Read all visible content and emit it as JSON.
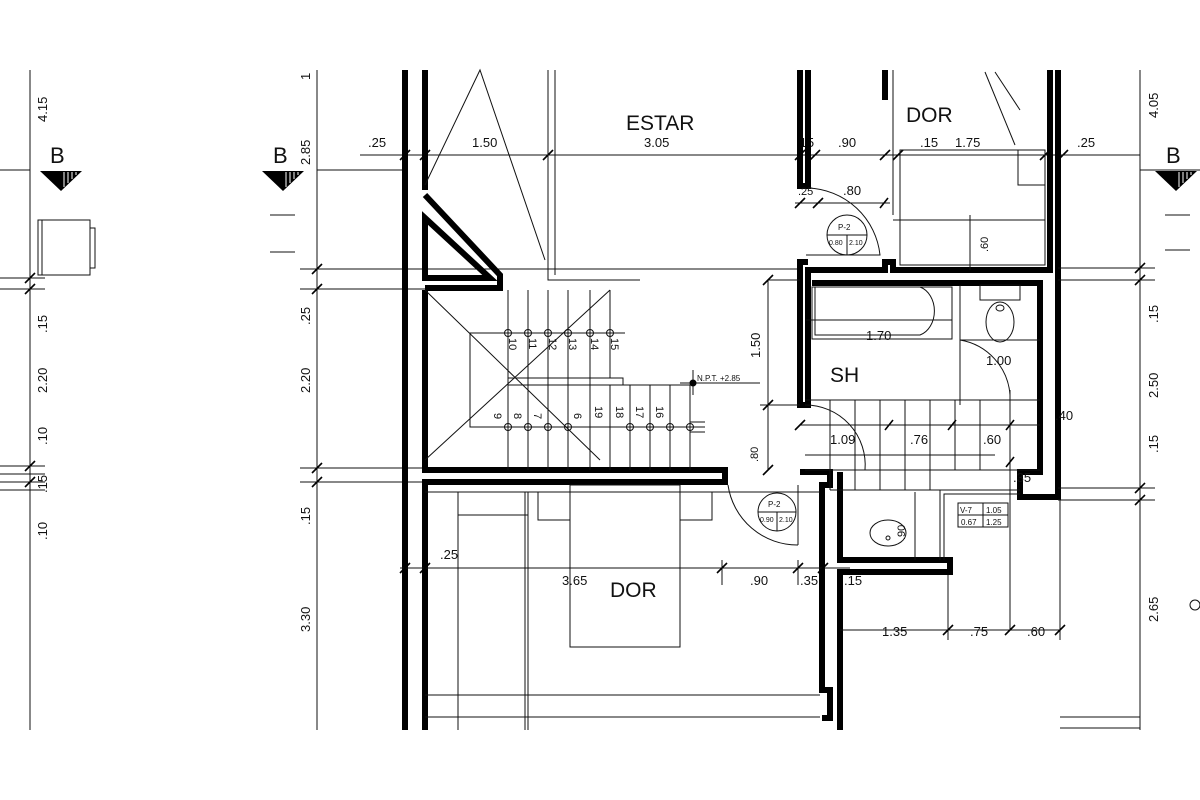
{
  "rooms": {
    "estar": "ESTAR",
    "dor_top": "DOR",
    "sh": "SH",
    "dor_bottom": "DOR"
  },
  "section_marks": {
    "left": "B",
    "mid": "B",
    "right": "B"
  },
  "left_dims": [
    "4.15",
    ".15",
    "2.20",
    ".10",
    ".15",
    ".10"
  ],
  "mid_dims": [
    "1",
    "2.85",
    ".25",
    "2.20",
    ".15",
    "3.30"
  ],
  "right_dims": [
    "4.05",
    ".15",
    "2.50",
    ".15",
    "2.65"
  ],
  "top_dims": [
    ".25",
    "1.50",
    "3.05",
    ".15",
    ".90",
    ".15",
    "1.75",
    ".25"
  ],
  "bath_dims": {
    "d25": ".25",
    "d80": ".80",
    "d60": ".60",
    "d150": "1.50",
    "d170": "1.70",
    "d100": "1.00",
    "d80v": ".80",
    "d109": "1.09",
    "d76": ".76",
    "d60b": ".60",
    "d35": ".35",
    "d40": ".40",
    "d90v": ".90"
  },
  "bottom_dims": [
    ".25",
    "3.65",
    ".90",
    ".35",
    ".15",
    "1.35",
    ".75",
    ".60"
  ],
  "stair_numbers_top": [
    "10",
    "11",
    "12",
    "13",
    "14",
    "15"
  ],
  "stair_numbers_bottom": [
    "9",
    "8",
    "7",
    "6",
    "19",
    "18",
    "17",
    "16"
  ],
  "level": "N.P.T. +2.85",
  "doors": [
    {
      "code": "P-2",
      "width": "0.80",
      "height": "2.10"
    },
    {
      "code": "P-2",
      "width": "0.90",
      "height": "2.10"
    }
  ],
  "window": {
    "code": "V-7",
    "sill": "1.05",
    "width": "0.67",
    "height": "1.25"
  }
}
